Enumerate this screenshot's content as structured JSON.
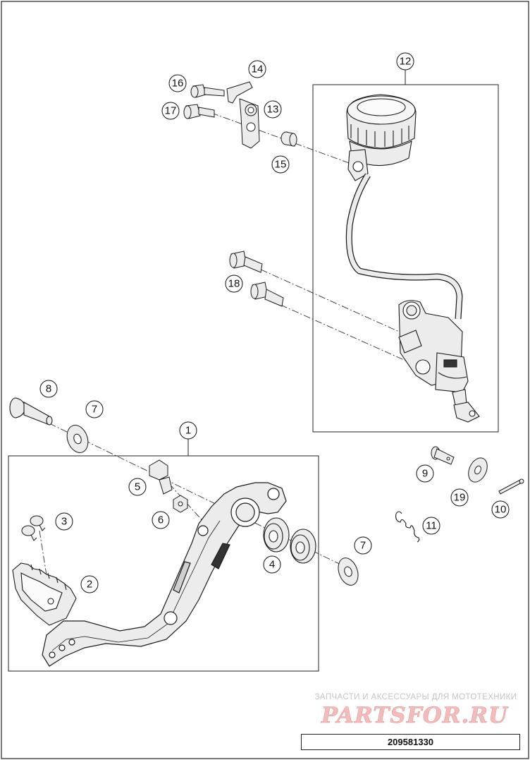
{
  "callouts": [
    {
      "n": "1",
      "part": "foot-brake-lever"
    },
    {
      "n": "2",
      "part": "footrest-pad"
    },
    {
      "n": "3",
      "part": "screw"
    },
    {
      "n": "4",
      "part": "bearing"
    },
    {
      "n": "5",
      "part": "collar-nut"
    },
    {
      "n": "6",
      "part": "nut"
    },
    {
      "n": "7",
      "part": "washer"
    },
    {
      "n": "7",
      "part": "washer"
    },
    {
      "n": "8",
      "part": "pivot-bolt"
    },
    {
      "n": "9",
      "part": "pin"
    },
    {
      "n": "10",
      "part": "split-pin"
    },
    {
      "n": "11",
      "part": "spring"
    },
    {
      "n": "12",
      "part": "brake-master-cylinder"
    },
    {
      "n": "13",
      "part": "nut"
    },
    {
      "n": "14",
      "part": "bracket"
    },
    {
      "n": "15",
      "part": "spacer"
    },
    {
      "n": "16",
      "part": "screw"
    },
    {
      "n": "17",
      "part": "screw"
    },
    {
      "n": "18",
      "part": "screw"
    },
    {
      "n": "19",
      "part": "washer"
    }
  ],
  "watermark": {
    "tagline": "ЗАПЧАСТИ И АКСЕССУАРЫ ДЛЯ МОТОТЕХНИКИ",
    "brand": "PARTSFOR.RU"
  },
  "document_number": "209581330",
  "colors": {
    "line": "#1a1a1a",
    "part_fill": "#ececec",
    "watermark_brand": "#f2bcbc",
    "watermark_text": "#c4c4c4"
  }
}
